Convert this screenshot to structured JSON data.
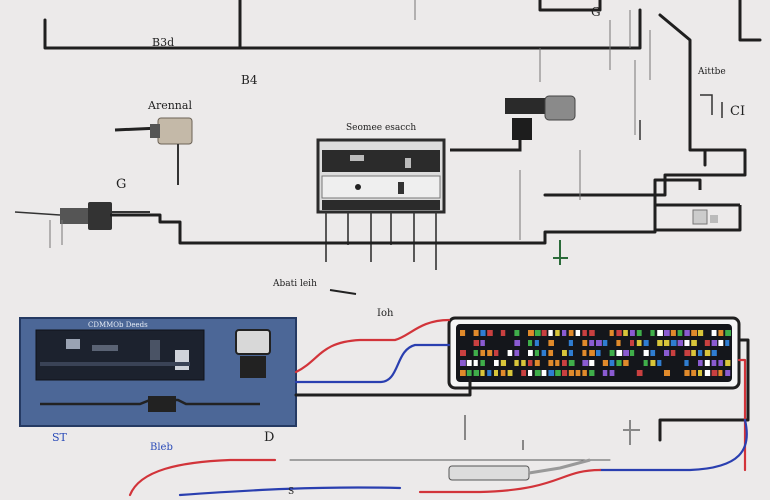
{
  "labels": {
    "top_left": "B3d",
    "upper_mid": "B4",
    "sensor_left": "Arennal",
    "glyph_g_top": "G",
    "right_top": "Aittbe",
    "right_c": "CI",
    "control_box": "Seomee esacch",
    "glyph_g_mid": "G",
    "lower_mid": "Abati leih",
    "lower_right": "Ioh",
    "panel_title": "CDMMOb Deeds",
    "bottom_left_a": "ST",
    "bottom_left_b": "Bleb",
    "bottom_d": "D",
    "bottom_s": "S"
  },
  "colors": {
    "background": "#eceaea",
    "wire_dark": "#1f1f1f",
    "wire_red": "#d2343a",
    "wire_blue": "#2a3fb0",
    "panel_blue": "#4c6797",
    "screen_dark": "#14161b"
  },
  "icons": {
    "left_sensor": "sensor-icon",
    "right_sensor": "sensor-icon",
    "probe": "probe-icon",
    "connector": "connector-icon"
  }
}
